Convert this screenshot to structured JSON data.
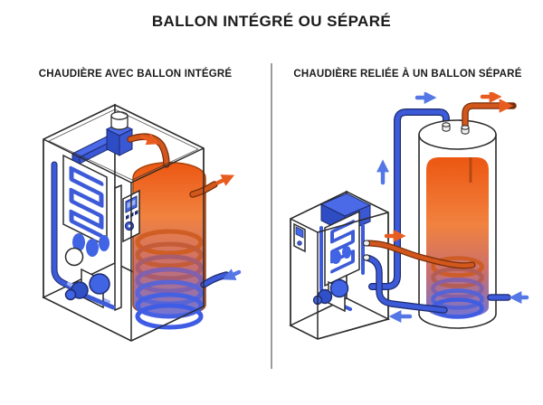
{
  "title": "BALLON INTÉGRÉ OU SÉPARÉ",
  "panels": {
    "left": {
      "heading": "CHAUDIÈRE AVEC BALLON INTÉGRÉ"
    },
    "right": {
      "heading": "CHAUDIÈRE RELIÉE À UN BALLON SÉPARÉ"
    }
  },
  "icons": {
    "hot_water_flow": "arrow-orange",
    "cold_water_flow": "arrow-blue"
  },
  "colors": {
    "background": "#ffffff",
    "text": "#1a1a1a",
    "divider": "#9c9c9c",
    "outline": "#2b2b2b",
    "accent_blue": "#3d5bd8",
    "blue_mid": "#4064e4",
    "blue_box": "#4b6ae8",
    "blue_dark": "#1d2b6e",
    "blue_light": "#9fb2f2",
    "arrow_blue": "#5577e6",
    "accent_orange": "#d2571c",
    "orange_dark": "#7a2e0a",
    "arrow_orange": "#e85c20",
    "tank_top": "#ec5712",
    "tank_mid": "#f1823f",
    "tank_low": "#c96f6e",
    "tank_bottom": "#6f74d8",
    "screen_blue": "#4468e8"
  }
}
